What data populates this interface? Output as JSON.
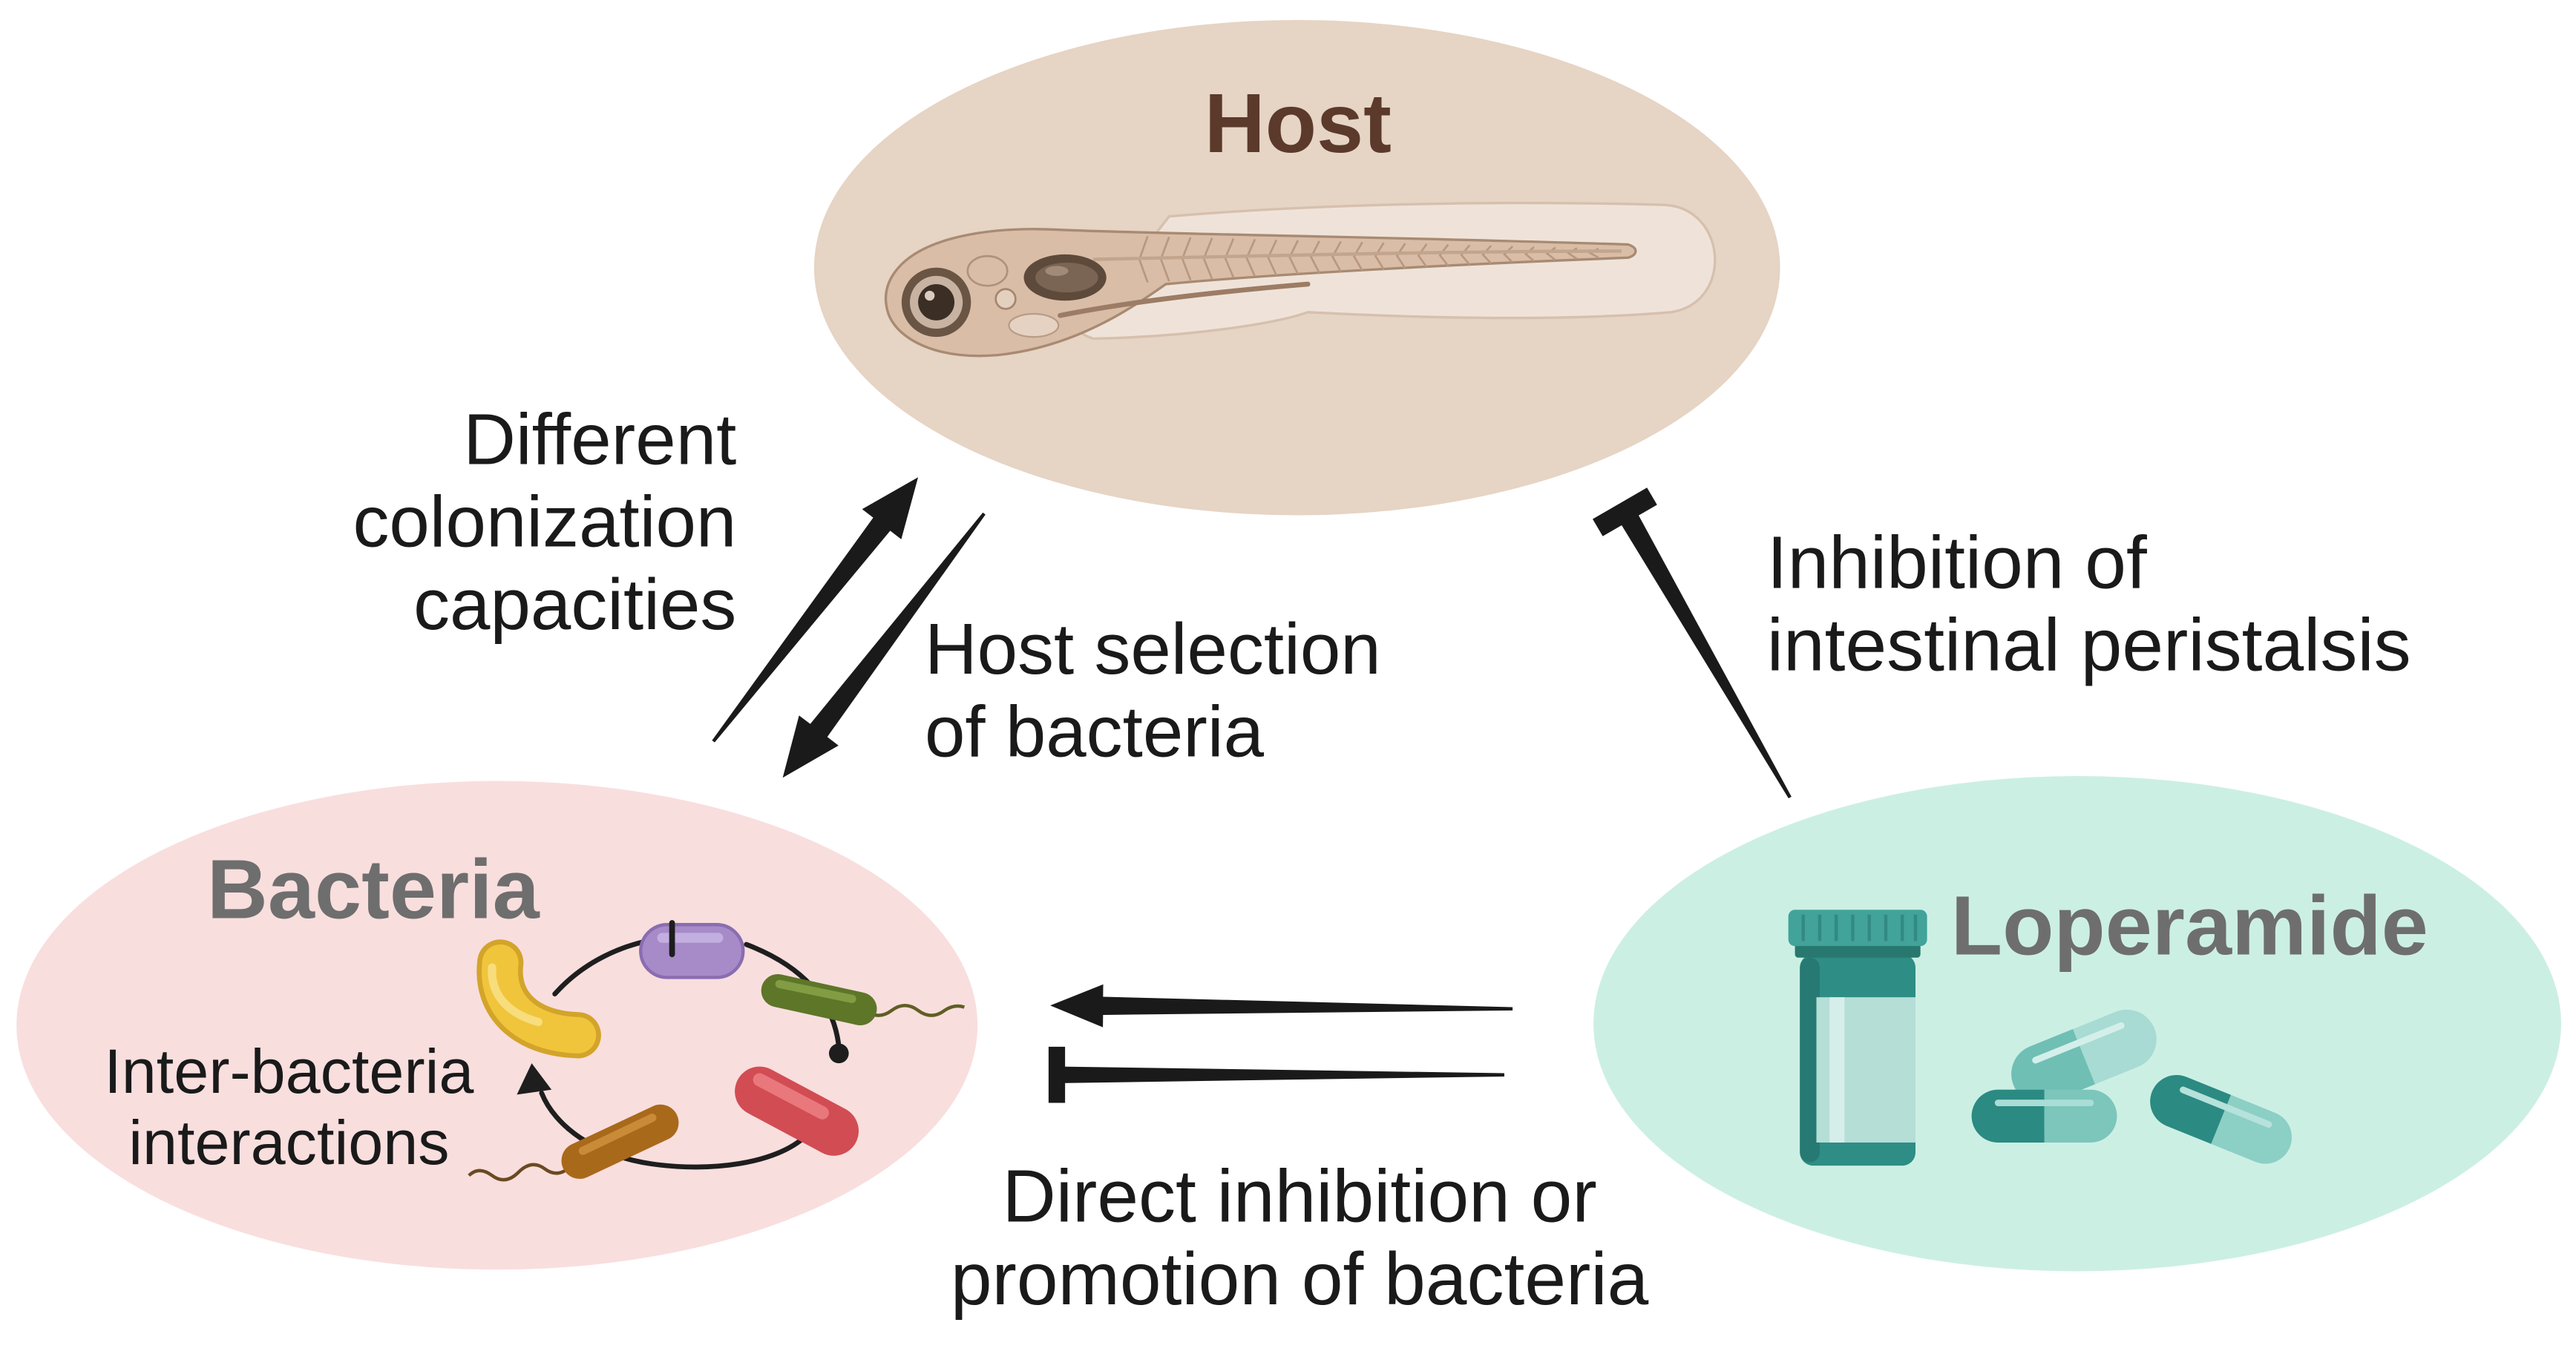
{
  "nodes": {
    "host": {
      "label": "Host",
      "fill": "#e6d4c4",
      "title_color": "#5b3a2b",
      "icon": "zebrafish-larva-icon"
    },
    "bacteria": {
      "label": "Bacteria",
      "fill": "#f9dede",
      "title_color": "#6e6e6e",
      "interaction_lines": [
        "Inter-bacteria",
        "interactions"
      ],
      "icons": [
        "yellow-curved-bacterium-icon",
        "purple-bacterium-icon",
        "green-flagellated-bacterium-icon",
        "red-bacterium-icon",
        "brown-flagellated-bacterium-icon"
      ],
      "loop_icons": [
        "inhibition-bar-icon",
        "round-head-icon",
        "arrow-head-icon"
      ]
    },
    "loperamide": {
      "label": "Loperamide",
      "fill": "#ccefe4",
      "title_color": "#6e6e6e",
      "icons": [
        "pill-bottle-icon",
        "capsule-icon",
        "capsule-icon",
        "capsule-icon"
      ]
    }
  },
  "edges": {
    "bacteria_to_host": {
      "head_icon": "arrow-head-icon",
      "label_lines": [
        "Different",
        "colonization",
        "capacities"
      ]
    },
    "host_to_bacteria": {
      "head_icon": "arrow-head-icon",
      "label_lines": [
        "Host selection",
        "of bacteria"
      ]
    },
    "loperamide_to_host": {
      "head_icon": "inhibition-bar-icon",
      "label_lines": [
        "Inhibition of",
        "intestinal peristalsis"
      ]
    },
    "loperamide_to_bacteria": {
      "head_icons": [
        "arrow-head-icon",
        "inhibition-bar-icon"
      ],
      "label_lines": [
        "Direct inhibition or",
        "promotion of bacteria"
      ]
    }
  },
  "colors": {
    "arrow": "#1a1a1a",
    "text": "#1a1a1a"
  }
}
